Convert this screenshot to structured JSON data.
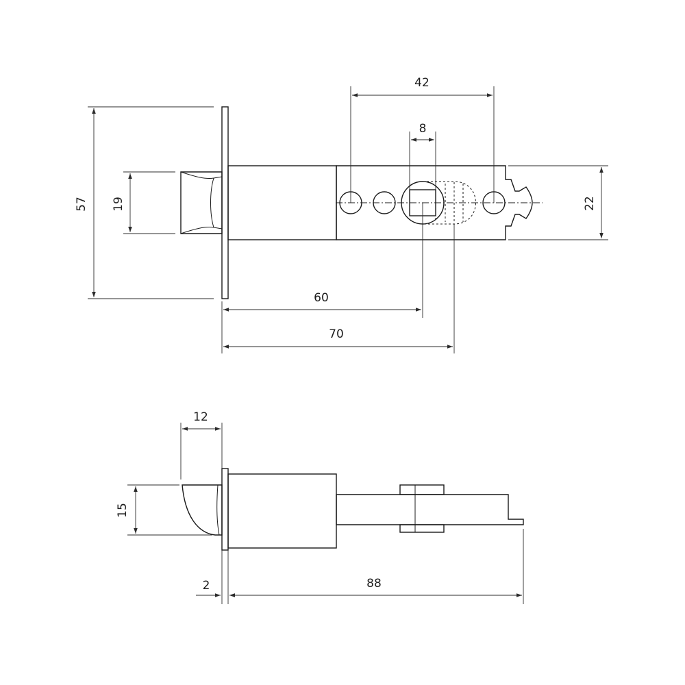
{
  "diagram": {
    "top_view": {
      "dimensions": {
        "overall_height": "57",
        "latch_bolt_height": "19",
        "hole_spacing": "42",
        "square_hole": "8",
        "backset_short": "60",
        "backset_long": "70",
        "tail_height": "22"
      }
    },
    "side_view": {
      "dimensions": {
        "bolt_projection": "12",
        "bolt_thickness": "15",
        "faceplate_thickness": "2",
        "overall_length": "88"
      }
    }
  }
}
